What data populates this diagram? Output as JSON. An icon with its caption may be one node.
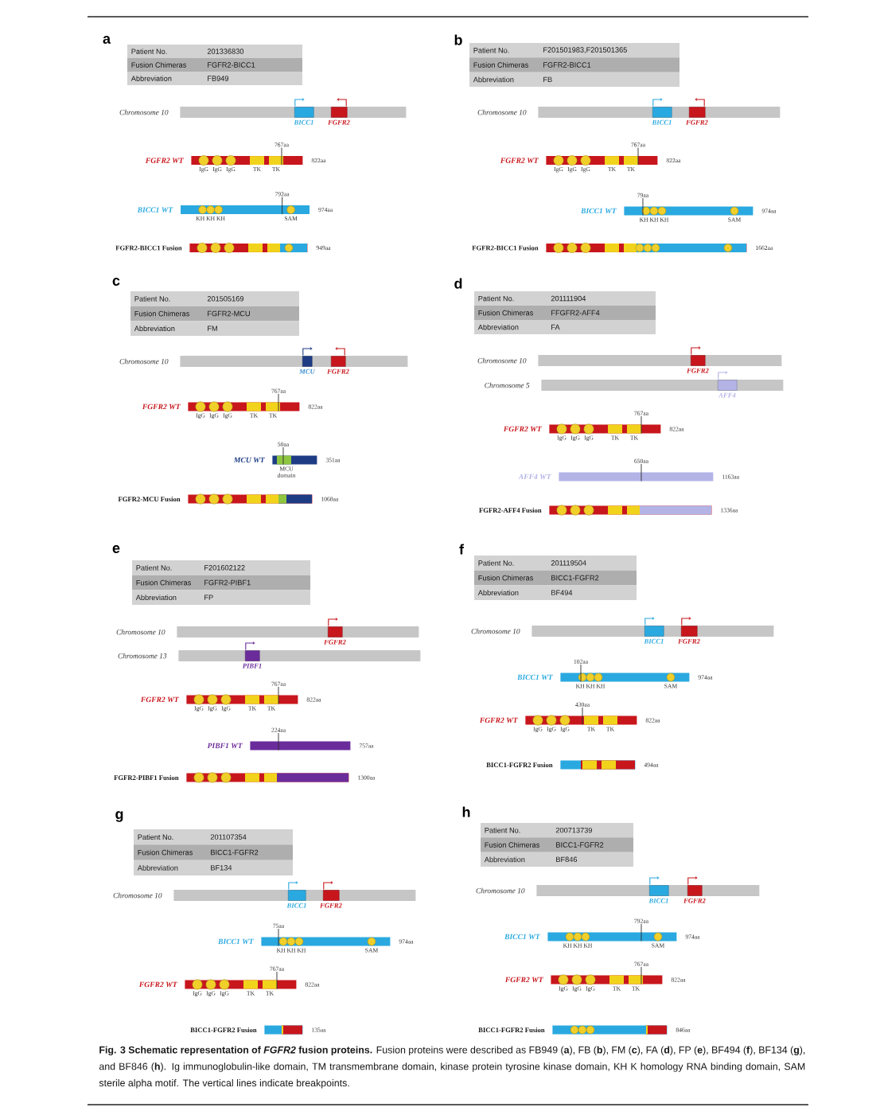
{
  "diagram": {
    "caption": "**Fig. 3 Schematic representation of *FGFR2* fusion proteins.** Fusion proteins were described as FB949 (**a**), FB (**b**), FM (**c**), FA (**d**), FP (**e**), BF494 (**f**), BF134 (**g**), and BF846 (**h**). Ig immunoglobulin-like domain, TM transmembrane domain, kinase protein tyrosine kinase domain, KH K homology RNA binding domain, SAM sterile alpha motif. The vertical lines indicate breakpoints.",
    "nodes": [
      {
        "text": [
          "Patient No.",
          "201336830",
          "Fusion Chimeras",
          "FGFR2-BICC1",
          "Abbreviation",
          "FB949"
        ]
      },
      {
        "text": [],
        "shape": "bar",
        "beside": [
          "Chromosome 10"
        ]
      },
      {
        "text": [],
        "shape": "box",
        "in": 1,
        "beside": [
          "BICC1"
        ]
      },
      {
        "text": [],
        "shape": "box",
        "in": 1,
        "beside": [
          "FGFR2"
        ]
      },
      {
        "text": [],
        "shape": "bar",
        "beside": [
          "FGFR2 WT",
          "767aa",
          "822aa",
          "IgG",
          "IgG",
          "IgG",
          "TK",
          "TK"
        ]
      },
      {
        "text": [],
        "shape": "bar",
        "beside": [
          "BICC1 WT",
          "792aa",
          "974aa",
          "KH KH KH",
          "SAM"
        ]
      },
      {
        "text": [],
        "shape": "bar",
        "beside": [
          "FGFR2-BICC1 Fusion",
          "949aa"
        ]
      },
      {
        "text": [
          "Patient No.",
          "F201501983,F201501365",
          "Fusion Chimeras",
          "FGFR2-BICC1",
          "Abbreviation",
          "FB"
        ]
      },
      {
        "text": [],
        "shape": "bar",
        "beside": [
          "Chromosome 10"
        ]
      },
      {
        "text": [],
        "shape": "box",
        "in": 8,
        "beside": [
          "BICC1"
        ]
      },
      {
        "text": [],
        "shape": "box",
        "in": 8,
        "beside": [
          "FGFR2"
        ]
      },
      {
        "text": [],
        "shape": "bar",
        "beside": [
          "FGFR2 WT",
          "767aa",
          "822aa",
          "IgG",
          "IgG",
          "IgG",
          "TK",
          "TK"
        ]
      },
      {
        "text": [],
        "shape": "bar",
        "beside": [
          "BICC1 WT",
          "79aa",
          "974aa",
          "KH KH KH",
          "SAM"
        ]
      },
      {
        "text": [],
        "shape": "bar",
        "beside": [
          "FGFR2-BICC1 Fusion",
          "1662aa"
        ]
      },
      {
        "text": [
          "Patient No.",
          "201505169",
          "Fusion Chimeras",
          "FGFR2-MCU",
          "Abbreviation",
          "FM"
        ]
      },
      {
        "text": [],
        "shape": "bar",
        "beside": [
          "Chromosome 10"
        ]
      },
      {
        "text": [],
        "shape": "box",
        "in": 15,
        "beside": [
          "MCU"
        ]
      },
      {
        "text": [],
        "shape": "box",
        "in": 15,
        "beside": [
          "FGFR2"
        ]
      },
      {
        "text": [],
        "shape": "bar",
        "beside": [
          "FGFR2 WT",
          "767aa",
          "822aa",
          "IgG",
          "IgG",
          "IgG",
          "TK",
          "TK"
        ]
      },
      {
        "text": [],
        "shape": "bar",
        "beside": [
          "MCU WT",
          "50aa",
          "351aa",
          "MCU domain"
        ]
      },
      {
        "text": [],
        "shape": "bar",
        "beside": [
          "FGFR2-MCU Fusion",
          "1068aa"
        ]
      },
      {
        "text": [
          "Patient No.",
          "201111904",
          "Fusion Chimeras",
          "FFGFR2-AFF4",
          "Abbreviation",
          "FA"
        ]
      },
      {
        "text": [],
        "shape": "bar",
        "beside": [
          "Chromosome 10"
        ]
      },
      {
        "text": [],
        "shape": "box",
        "in": 22,
        "beside": [
          "FGFR2"
        ]
      },
      {
        "text": [],
        "shape": "bar",
        "beside": [
          "Chromosome 5"
        ]
      },
      {
        "text": [],
        "shape": "box",
        "in": 24,
        "beside": [
          "AFF4"
        ]
      },
      {
        "text": [],
        "shape": "bar",
        "beside": [
          "FGFR2 WT",
          "767aa",
          "822aa",
          "IgG",
          "IgG",
          "IgG",
          "TK",
          "TK"
        ]
      },
      {
        "text": [],
        "shape": "bar",
        "beside": [
          "AFF4 WT",
          "650aa",
          "1163aa"
        ]
      },
      {
        "text": [],
        "shape": "bar",
        "beside": [
          "FGFR2-AFF4 Fusion",
          "1336aa"
        ]
      },
      {
        "text": [
          "Patient No.",
          "F201602122",
          "Fusion Chimeras",
          "FGFR2-PIBF1",
          "Abbreviation",
          "FP"
        ]
      },
      {
        "text": [],
        "shape": "bar",
        "beside": [
          "Chromosome 10"
        ]
      },
      {
        "text": [],
        "shape": "box",
        "in": 30,
        "beside": [
          "FGFR2"
        ]
      },
      {
        "text": [],
        "shape": "bar",
        "beside": [
          "Chromosome 13"
        ]
      },
      {
        "text": [],
        "shape": "box",
        "in": 32,
        "beside": [
          "PIBF1"
        ]
      },
      {
        "text": [],
        "shape": "bar",
        "beside": [
          "FGFR2 WT",
          "767aa",
          "822aa",
          "IgG",
          "IgG",
          "IgG",
          "TK",
          "TK"
        ]
      },
      {
        "text": [],
        "shape": "bar",
        "beside": [
          "PIBF1 WT",
          "224aa",
          "757aa"
        ]
      },
      {
        "text": [],
        "shape": "bar",
        "beside": [
          "FGFR2-PIBF1 Fusion",
          "1300aa"
        ]
      },
      {
        "text": [
          "Patient No.",
          "201119504",
          "Fusion Chimeras",
          "BICC1-FGFR2",
          "Abbreviation",
          "BF494"
        ]
      },
      {
        "text": [],
        "shape": "bar",
        "beside": [
          "Chromosome 10"
        ]
      },
      {
        "text": [],
        "shape": "box",
        "in": 38,
        "beside": [
          "BICC1"
        ]
      },
      {
        "text": [],
        "shape": "box",
        "in": 38,
        "beside": [
          "FGFR2"
        ]
      },
      {
        "text": [],
        "shape": "bar",
        "beside": [
          "BICC1 WT",
          "102aa",
          "974aa",
          "KH KH KH",
          "SAM"
        ]
      },
      {
        "text": [],
        "shape": "bar",
        "beside": [
          "FGFR2 WT",
          "430aa",
          "822aa",
          "IgG",
          "IgG",
          "IgG",
          "TK",
          "TK"
        ]
      },
      {
        "text": [],
        "shape": "bar",
        "beside": [
          "BICC1-FGFR2 Fusion",
          "494aa"
        ]
      },
      {
        "text": [
          "Patient No.",
          "201107354",
          "Fusion Chimeras",
          "BICC1-FGFR2",
          "Abbreviation",
          "BF134"
        ]
      },
      {
        "text": [],
        "shape": "bar",
        "beside": [
          "Chromosome 10"
        ]
      },
      {
        "text": [],
        "shape": "box",
        "in": 45,
        "beside": [
          "BICC1"
        ]
      },
      {
        "text": [],
        "shape": "box",
        "in": 45,
        "beside": [
          "FGFR2"
        ]
      },
      {
        "text": [],
        "shape": "bar",
        "beside": [
          "BICC1 WT",
          "75aa",
          "974aa",
          "KH KH KH",
          "SAM"
        ]
      },
      {
        "text": [],
        "shape": "bar",
        "beside": [
          "FGFR2 WT",
          "767aa",
          "822aa",
          "IgG",
          "IgG",
          "IgG",
          "TK",
          "TK"
        ]
      },
      {
        "text": [],
        "shape": "bar",
        "beside": [
          "BICC1-FGFR2 Fusion",
          "135aa"
        ]
      },
      {
        "text": [
          "Patient No.",
          "200713739",
          "Fusion Chimeras",
          "BICC1-FGFR2",
          "Abbreviation",
          "BF846"
        ]
      },
      {
        "text": [],
        "shape": "bar",
        "beside": [
          "Chromosome 10"
        ]
      },
      {
        "text": [],
        "shape": "box",
        "in": 52,
        "beside": [
          "BICC1"
        ]
      },
      {
        "text": [],
        "shape": "box",
        "in": 52,
        "beside": [
          "FGFR2"
        ]
      },
      {
        "text": [],
        "shape": "bar",
        "beside": [
          "BICC1 WT",
          "792aa",
          "974aa",
          "KH KH KH",
          "SAM"
        ]
      },
      {
        "text": [],
        "shape": "bar",
        "beside": [
          "FGFR2 WT",
          "767aa",
          "822aa",
          "IgG",
          "IgG",
          "IgG",
          "TK",
          "TK"
        ]
      },
      {
        "text": [],
        "shape": "bar",
        "beside": [
          "BICC1-FGFR2 Fusion",
          "846aa"
        ]
      }
    ],
    "labels": [
      "a",
      "b",
      "c",
      "d",
      "e",
      "f",
      "g",
      "h"
    ]
  }
}
